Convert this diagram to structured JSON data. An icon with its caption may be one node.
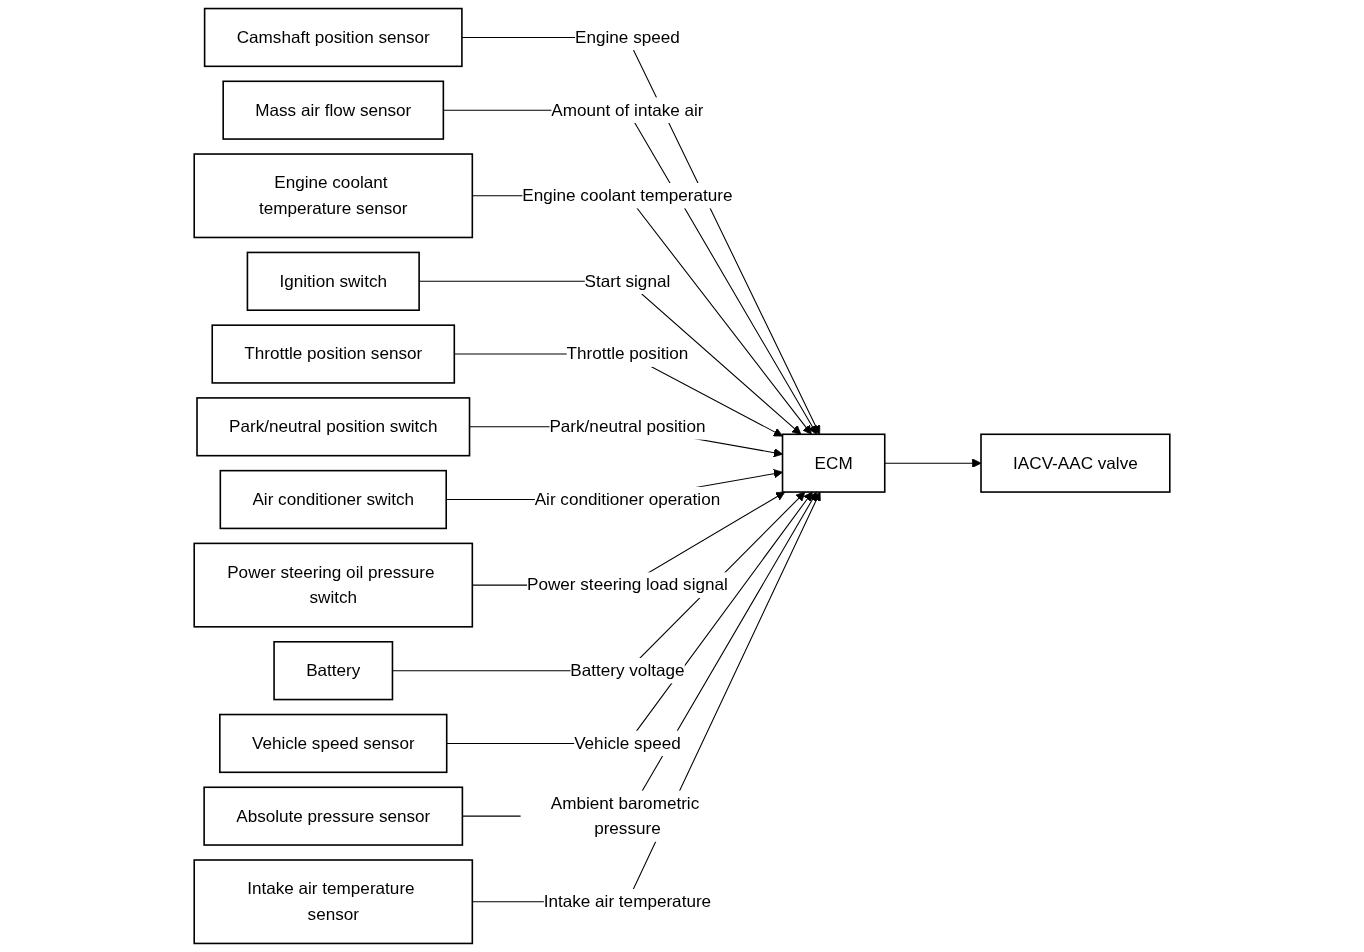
{
  "diagram": {
    "nodes": [
      {
        "text": [
          "Camshaft position sensor"
        ]
      },
      {
        "text": [
          "Mass air flow sensor"
        ]
      },
      {
        "text": [
          "Engine coolant temperature sensor"
        ]
      },
      {
        "text": [
          "Ignition switch"
        ]
      },
      {
        "text": [
          "Throttle position sensor"
        ]
      },
      {
        "text": [
          "Park/neutral position switch"
        ]
      },
      {
        "text": [
          "Air conditioner switch"
        ]
      },
      {
        "text": [
          "Power steering oil pressure switch"
        ]
      },
      {
        "text": [
          "Battery"
        ]
      },
      {
        "text": [
          "Vehicle speed sensor"
        ]
      },
      {
        "text": [
          "Absolute pressure sensor"
        ]
      },
      {
        "text": [
          "Intake air temperature sensor"
        ]
      },
      {
        "text": [
          "ECM"
        ]
      },
      {
        "text": [
          "IACV-AAC valve"
        ]
      }
    ],
    "edges": [
      {
        "from": 0,
        "to": 12,
        "arrow": "to",
        "label": "Engine speed"
      },
      {
        "from": 1,
        "to": 12,
        "arrow": "to",
        "label": "Amount of intake air"
      },
      {
        "from": 2,
        "to": 12,
        "arrow": "to",
        "label": "Engine coolant temperature"
      },
      {
        "from": 3,
        "to": 12,
        "arrow": "to",
        "label": "Start signal"
      },
      {
        "from": 4,
        "to": 12,
        "arrow": "to",
        "label": "Throttle position"
      },
      {
        "from": 5,
        "to": 12,
        "arrow": "to",
        "label": "Park/neutral position"
      },
      {
        "from": 6,
        "to": 12,
        "arrow": "to",
        "label": "Air conditioner operation"
      },
      {
        "from": 7,
        "to": 12,
        "arrow": "to",
        "label": "Power steering load signal"
      },
      {
        "from": 8,
        "to": 12,
        "arrow": "to",
        "label": "Battery voltage"
      },
      {
        "from": 9,
        "to": 12,
        "arrow": "to",
        "label": "Vehicle speed"
      },
      {
        "from": 10,
        "to": 12,
        "arrow": "to",
        "label": "Ambient barometric pressure"
      },
      {
        "from": 11,
        "to": 12,
        "arrow": "to",
        "label": "Intake air temperature"
      },
      {
        "from": 12,
        "to": 13,
        "arrow": "to"
      }
    ]
  }
}
